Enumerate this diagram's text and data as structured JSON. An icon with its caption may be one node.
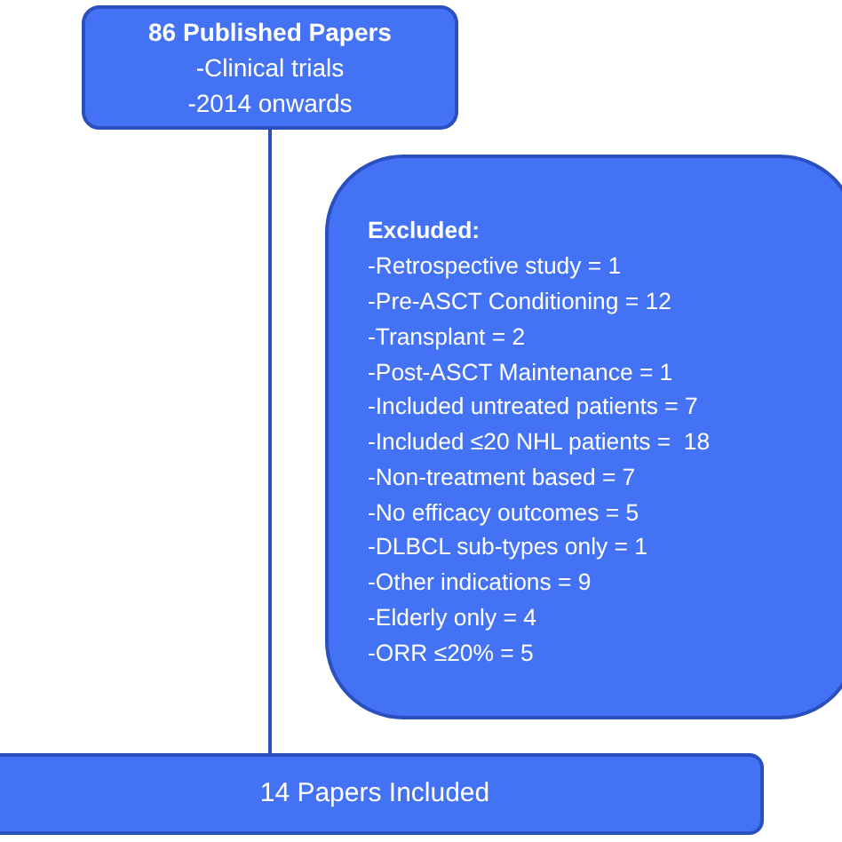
{
  "diagram": {
    "nodes": [
      {
        "text": [
          "86 Published Papers",
          "-Clinical trials",
          "-2014 onwards"
        ]
      },
      {
        "text": [
          "Excluded:",
          "-Retrospective study = 1",
          "-Pre-ASCT Conditioning = 12",
          "-Transplant = 2",
          "-Post-ASCT Maintenance = 1",
          "-Included untreated patients = 7",
          "-Included ≤20 NHL patients =  18",
          "-Non-treatment based = 7",
          "-No efficacy outcomes = 5",
          "-DLBCL sub-types only = 1",
          "-Other indications = 9",
          "-Elderly only = 4",
          "-ORR ≤20% = 5"
        ]
      },
      {
        "text": [
          "14 Papers Included"
        ]
      }
    ],
    "edges": [
      {
        "from": 0,
        "to": 2,
        "arrow": "none"
      }
    ]
  }
}
